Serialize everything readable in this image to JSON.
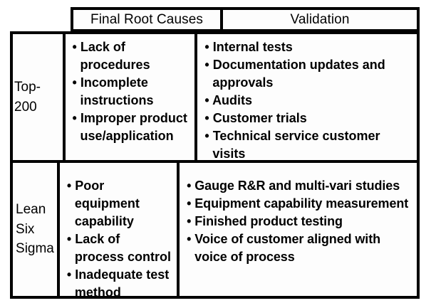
{
  "table": {
    "headers": [
      {
        "key": "rowlabel",
        "label": ""
      },
      {
        "key": "causes",
        "label": "Final Root Causes"
      },
      {
        "key": "validation",
        "label": "Validation"
      }
    ],
    "rows": [
      {
        "label": "Top-200",
        "label_lines": "Top-200",
        "causes": [
          "Lack of procedures",
          "Incomplete instructions",
          "Improper product use/application"
        ],
        "validation": [
          "Internal tests",
          "Documentation updates and approvals",
          "Audits",
          "Customer trials",
          "Technical service customer visits"
        ]
      },
      {
        "label": "Lean Six Sigma",
        "label_lines": "Lean\nSix\nSigma",
        "causes": [
          "Poor equipment capability",
          "Lack of process control",
          "Inadequate test method development"
        ],
        "validation": [
          "Gauge R&R and multi-vari studies",
          "Equipment capability measurement",
          "Finished product testing",
          "Voice of customer aligned with voice of process"
        ]
      }
    ],
    "bullet_glyph": "•",
    "colors": {
      "border": "#000000",
      "text": "#000000",
      "cell_background": "#fdfdfd",
      "page_background": "#ffffff"
    }
  }
}
